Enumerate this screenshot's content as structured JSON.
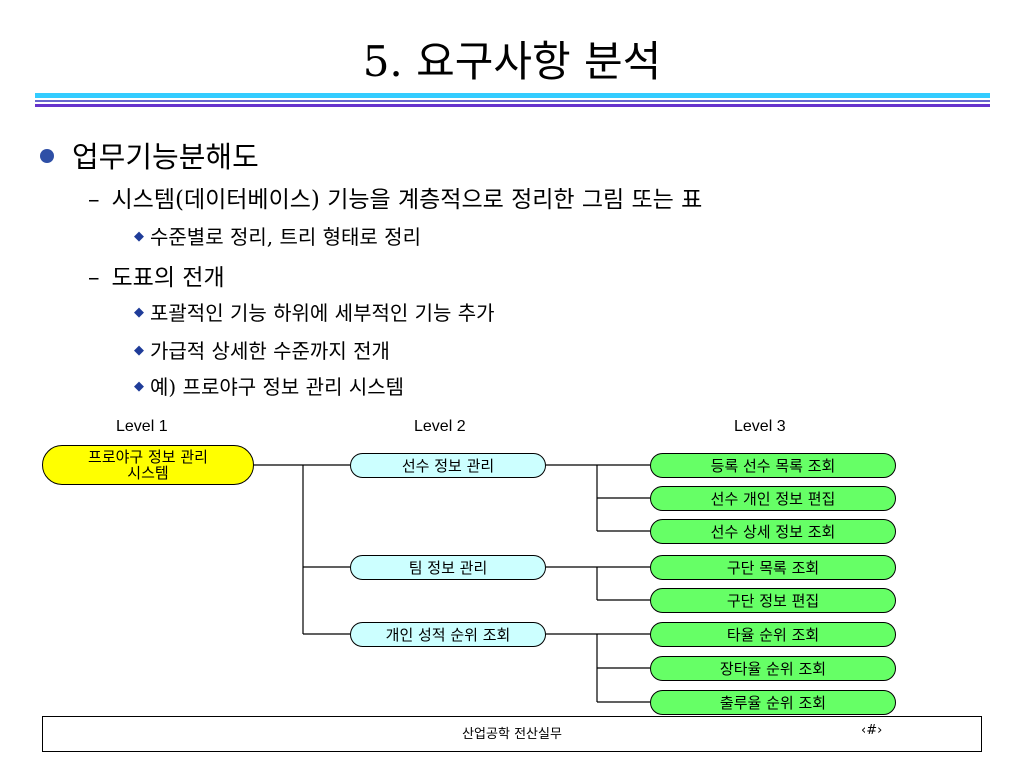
{
  "slide": {
    "title": "5. 요구사항 분석",
    "bullets": {
      "b1": "업무기능분해도",
      "b1_1": "시스템(데이터베이스) 기능을 계층적으로 정리한 그림 또는 표",
      "b1_1_1": "수준별로 정리, 트리 형태로 정리",
      "b1_2": "도표의 전개",
      "b1_2_1": "포괄적인 기능 하위에 세부적인 기능 추가",
      "b1_2_2": "가급적 상세한 수준까지 전개",
      "b1_2_3": "예) 프로야구 정보 관리 시스템"
    },
    "dash": "–",
    "diamond": "◆"
  },
  "diagram": {
    "levels": {
      "l1": "Level 1",
      "l2": "Level 2",
      "l3": "Level 3"
    },
    "root": {
      "line1": "프로야구 정보 관리",
      "line2": "시스템"
    },
    "groups": [
      {
        "label": "선수 정보 관리",
        "children": [
          "등록 선수 목록 조회",
          "선수 개인 정보 편집",
          "선수 상세 정보 조회"
        ]
      },
      {
        "label": "팀 정보 관리",
        "children": [
          "구단 목록 조회",
          "구단 정보 편집"
        ]
      },
      {
        "label": "개인 성적 순위 조회",
        "children": [
          "타율 순위 조회",
          "장타율 순위 조회",
          "출루율 순위 조회"
        ]
      }
    ],
    "colors": {
      "level1": "#ffff00",
      "level2": "#ccffff",
      "level3": "#66ff66"
    }
  },
  "footer": {
    "text": "산업공학 전산실무",
    "page": "‹#›"
  }
}
